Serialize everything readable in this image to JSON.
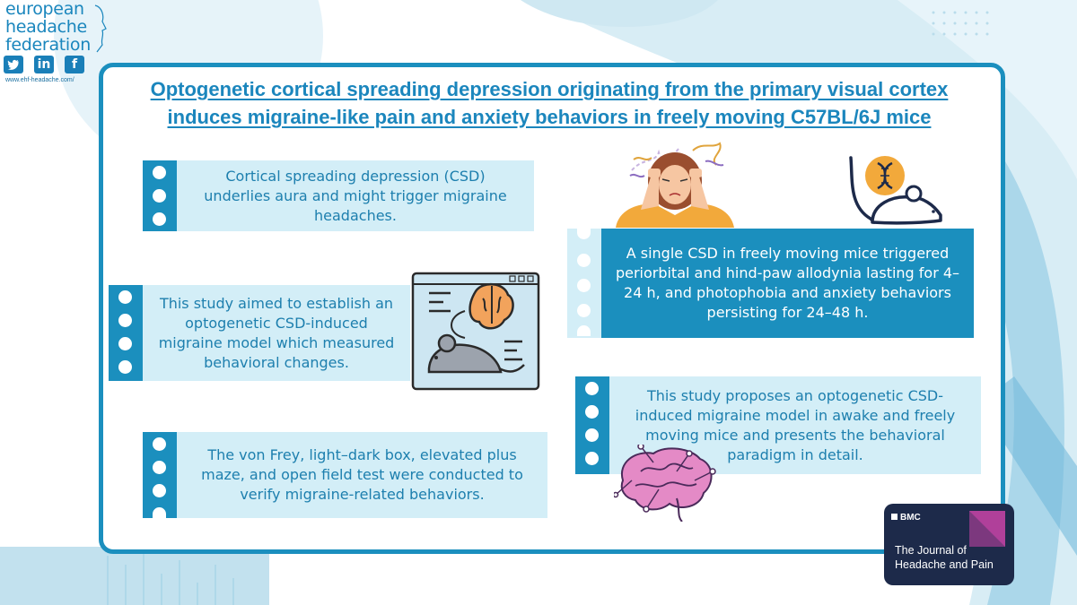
{
  "logo": {
    "lines": [
      "european",
      "headache",
      "federation"
    ],
    "url": "www.ehf-headache.com/",
    "social": [
      {
        "name": "twitter",
        "glyph": "🐦"
      },
      {
        "name": "linkedin",
        "glyph": "in"
      },
      {
        "name": "facebook",
        "glyph": "f"
      }
    ]
  },
  "title": {
    "line1": "Optogenetic cortical spreading depression originating from the primary visual cortex",
    "line2": "induces migraine-like pain and anxiety behaviors in freely moving C57BL/6J mice"
  },
  "cards": [
    {
      "id": "csd-intro",
      "style": "light",
      "text": "Cortical spreading depression (CSD) underlies aura and might trigger migraine headaches."
    },
    {
      "id": "study-aim",
      "style": "light",
      "text": "This study aimed to establish an optogenetic CSD-induced migraine model which measured behavioral changes."
    },
    {
      "id": "methods",
      "style": "light",
      "text": "The von Frey, light–dark box, elevated plus maze, and open field test were conducted to verify migraine-related behaviors."
    },
    {
      "id": "results",
      "style": "dark",
      "text": "A single CSD in freely moving mice triggered periorbital and hind-paw allodynia lasting for 4–24 h, and photophobia and anxiety behaviors persisting for 24–48 h."
    },
    {
      "id": "conclusion",
      "style": "light",
      "text": "This study proposes an optogenetic CSD-induced migraine model in awake and freely moving mice and presents the behavioral paradigm in detail."
    }
  ],
  "journal": {
    "publisher": "BMC",
    "name_line1": "The Journal of",
    "name_line2": "Headache and Pain"
  },
  "colors": {
    "primary": "#1b8fbe",
    "light_card": "#d3eef7",
    "title": "#1b86bd",
    "journal_bg": "#1d2a4a",
    "journal_accent": "#b0409a"
  },
  "icons": [
    "woman-headache-illustration",
    "mouse-dna-icon",
    "brain-mouse-screen-illustration",
    "brain-neurons-illustration"
  ]
}
